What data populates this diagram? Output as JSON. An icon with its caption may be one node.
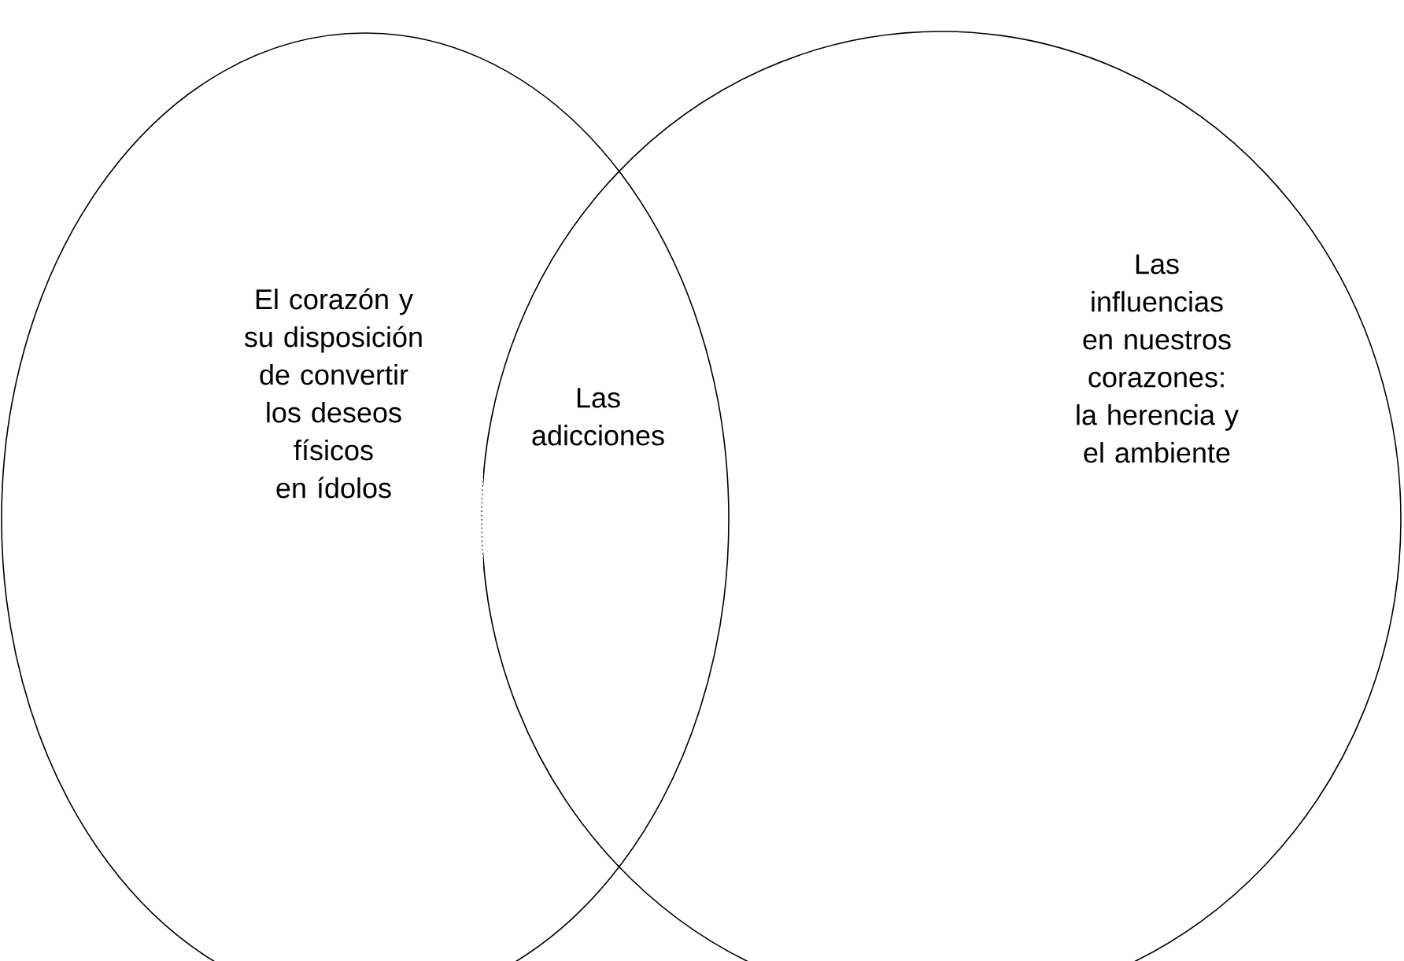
{
  "diagram": {
    "nodes": [
      {
        "text": [
          "El corazón y su disposición de convertir los deseos físicos en ídolos"
        ]
      },
      {
        "text": [
          "Las influencias en nuestros corazones: la herencia y el ambiente"
        ]
      }
    ],
    "labels": [
      "Las adicciones"
    ]
  }
}
